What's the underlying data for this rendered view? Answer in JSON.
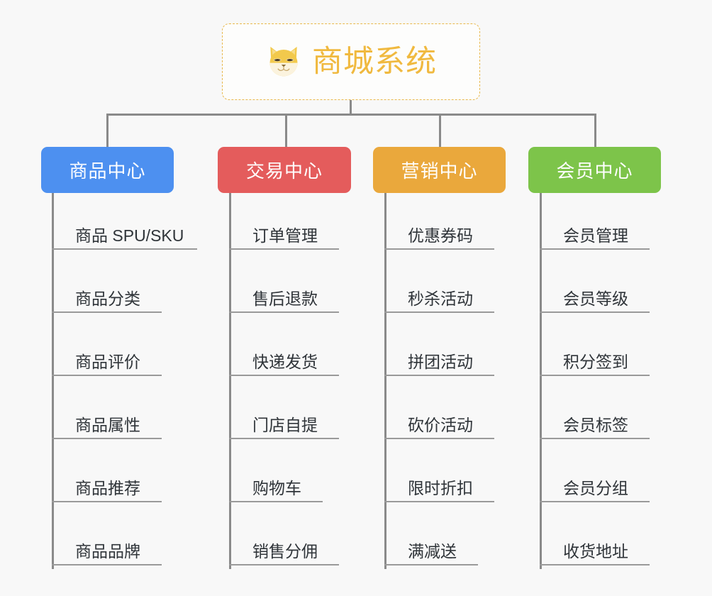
{
  "theme": {
    "background": "#f8f8f8",
    "line_color": "#8a8a8a",
    "leaf_rule_color": "#9a9a9a",
    "leaf_text_color": "#2f3439"
  },
  "root": {
    "title": "商城系统",
    "icon": "shiba-dog-emoji",
    "border_color": "#e8b84b",
    "text_color": "#f0b93f",
    "background": "#fdfdfc"
  },
  "categories": [
    {
      "label": "商品中心",
      "color": "#4d90f0",
      "text_color": "#ffffff",
      "items": [
        "商品 SPU/SKU",
        "商品分类",
        "商品评价",
        "商品属性",
        "商品推荐",
        "商品品牌"
      ]
    },
    {
      "label": "交易中心",
      "color": "#e45c5c",
      "text_color": "#ffffff",
      "items": [
        "订单管理",
        "售后退款",
        "快递发货",
        "门店自提",
        "购物车",
        "销售分佣"
      ]
    },
    {
      "label": "营销中心",
      "color": "#eaa83c",
      "text_color": "#ffffff",
      "items": [
        "优惠券码",
        "秒杀活动",
        "拼团活动",
        "砍价活动",
        "限时折扣",
        "满减送"
      ]
    },
    {
      "label": "会员中心",
      "color": "#7dc44a",
      "text_color": "#ffffff",
      "items": [
        "会员管理",
        "会员等级",
        "积分签到",
        "会员标签",
        "会员分组",
        "收货地址"
      ]
    }
  ]
}
